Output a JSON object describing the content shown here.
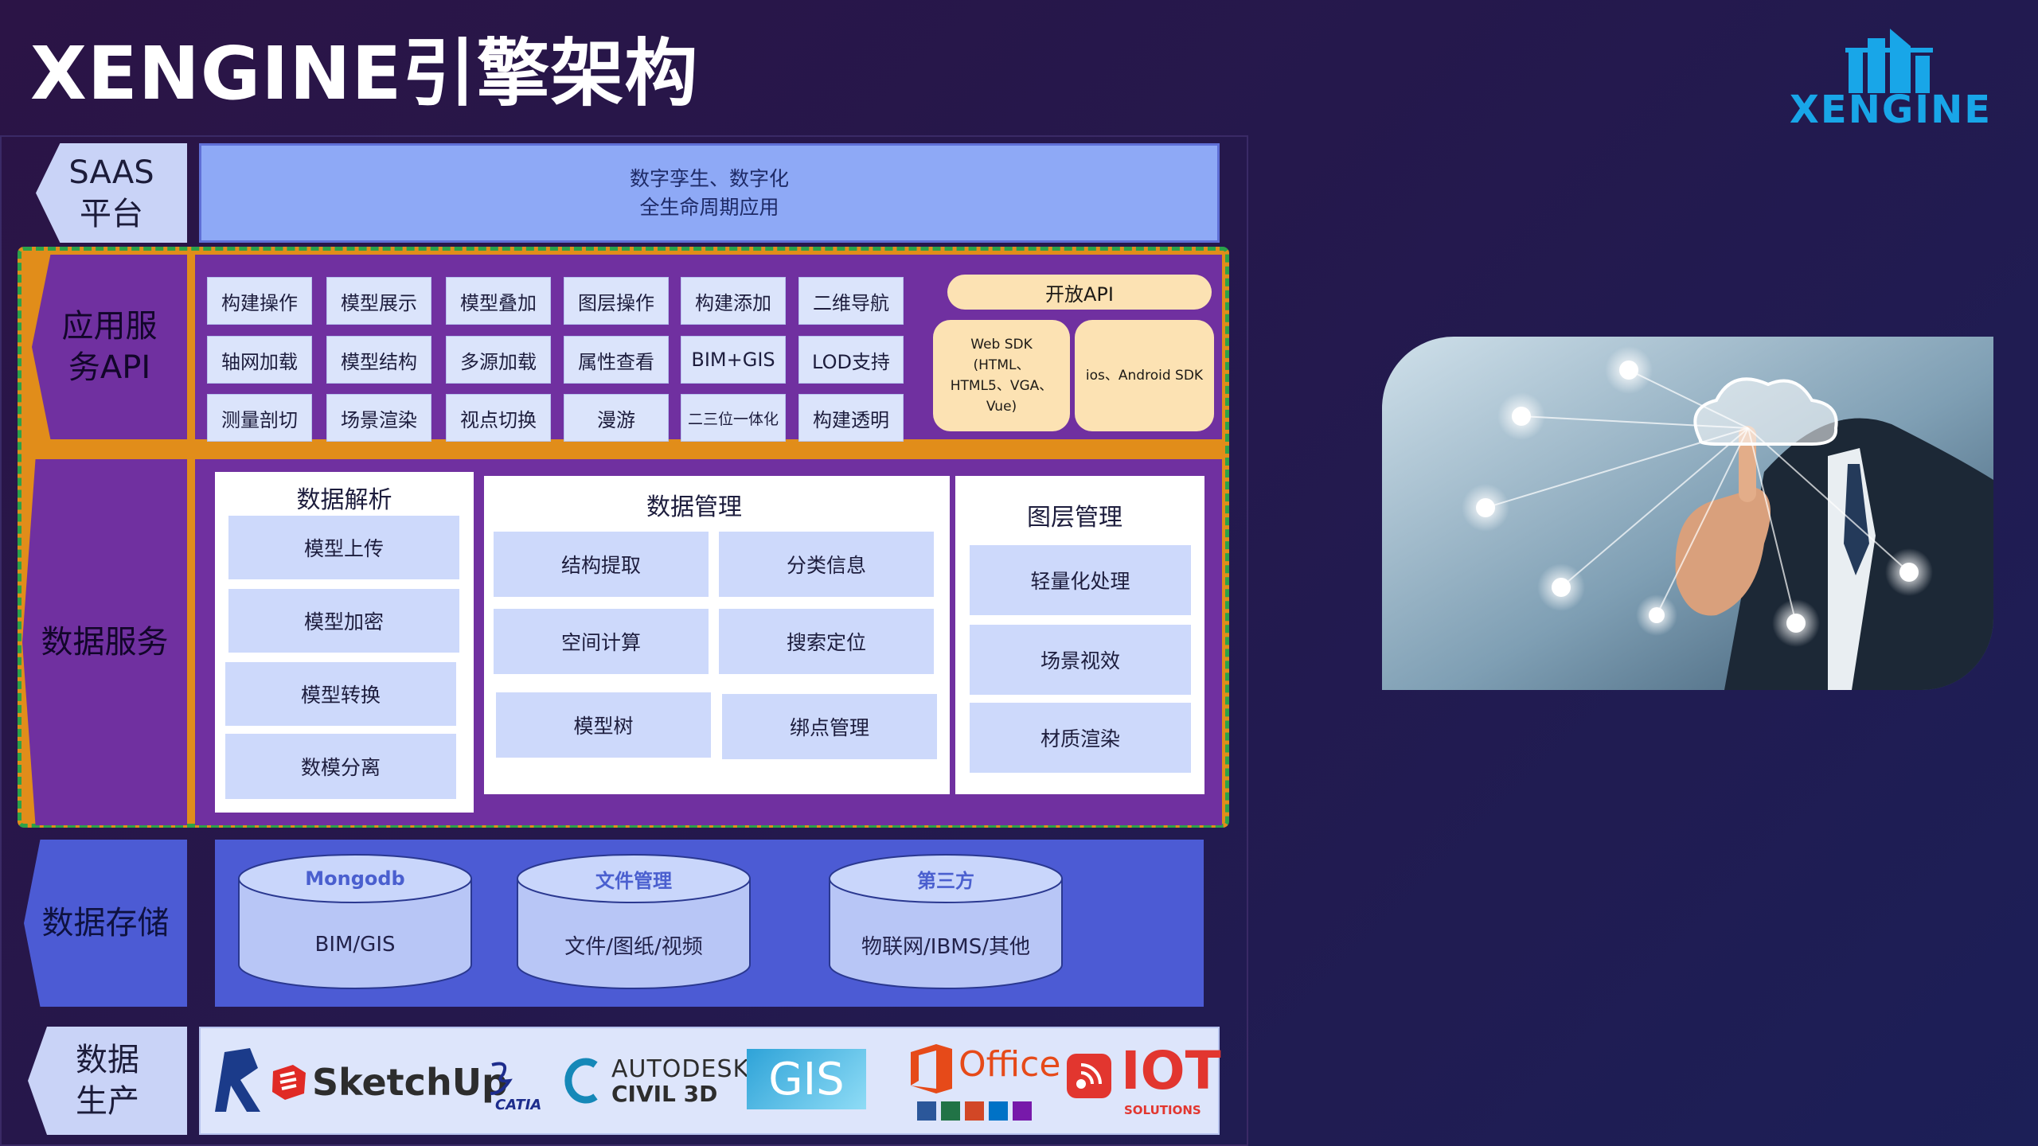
{
  "title": "XENGINE引擎架构",
  "logo_text": "XENGINE",
  "layers": {
    "saas": {
      "label_lines": [
        "SAAS",
        "平台"
      ],
      "lines": [
        "数字孪生、数字化",
        "全生命周期应用"
      ]
    },
    "api": {
      "label_lines": [
        "应用服",
        "务API"
      ],
      "rows": [
        [
          "构建操作",
          "模型展示",
          "模型叠加",
          "图层操作",
          "构建添加",
          "二维导航"
        ],
        [
          "轴网加载",
          "模型结构",
          "多源加载",
          "属性查看",
          "BIM+GIS",
          "LOD支持"
        ],
        [
          "测量剖切",
          "场景渲染",
          "视点切换",
          "漫游",
          "二三位一体化",
          "构建透明"
        ]
      ],
      "open_api": {
        "title": "开放API",
        "web_sdk_lines": [
          "Web SDK",
          "(HTML、",
          "HTML5、VGA、",
          "Vue)"
        ],
        "mobile_sdk": "ios、Android SDK"
      }
    },
    "service": {
      "label": "数据服务",
      "parse": {
        "title": "数据解析",
        "items": [
          "模型上传",
          "模型加密",
          "模型转换",
          "数模分离"
        ]
      },
      "manage": {
        "title": "数据管理",
        "items": [
          "结构提取",
          "分类信息",
          "空间计算",
          "搜索定位",
          "模型树",
          "绑点管理"
        ]
      },
      "layer": {
        "title": "图层管理",
        "items": [
          "轻量化处理",
          "场景视效",
          "材质渲染"
        ]
      }
    },
    "storage": {
      "label": "数据存储",
      "dbs": [
        {
          "top": "Mongodb",
          "body": "BIM/GIS"
        },
        {
          "top": "文件管理",
          "body": "文件/图纸/视频"
        },
        {
          "top": "第三方",
          "body": "物联网/IBMS/其他"
        }
      ]
    },
    "production": {
      "label_lines": [
        "数据",
        "生产"
      ],
      "logos": {
        "sketchup": "SketchUp",
        "catia": "CATIA",
        "autodesk_line1": "AUTODESK",
        "autodesk_line2": "CIVIL 3D",
        "gis": "GIS",
        "office": "Office",
        "iot": "IOT",
        "iot_sub": "SOLUTIONS"
      }
    }
  },
  "colors": {
    "background": "#25184c",
    "purple": "#7030a0",
    "orange": "#e18d1a",
    "blue": "#4c5bd4",
    "pale_blue": "#dbe4fb",
    "api_yellow": "#fce2b3",
    "accent_cyan": "#18a6e8"
  }
}
